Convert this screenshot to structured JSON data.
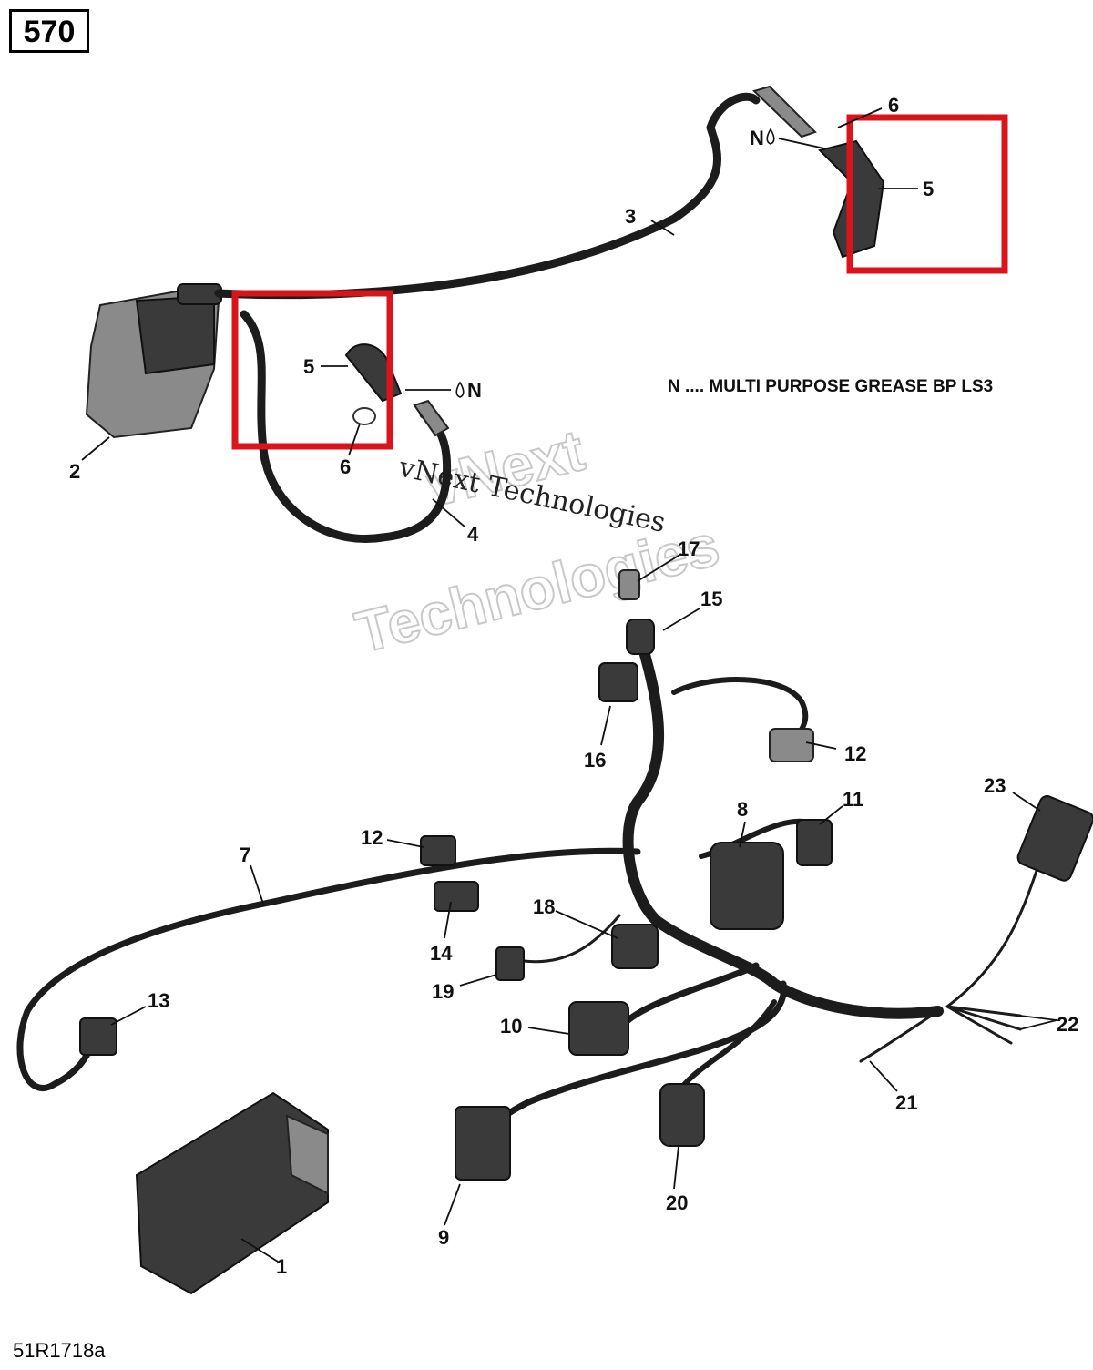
{
  "page_number": "570",
  "footer_code": "51R1718a",
  "note": "N .... MULTI PURPOSE GREASE BP LS3",
  "watermark": {
    "line1": "vNext",
    "line2": "Technologies",
    "overlay": "vNext Technologies"
  },
  "grease_symbol_label": "N",
  "highlight_color": "#d9141b",
  "callouts": [
    "1",
    "2",
    "3",
    "4",
    "5",
    "5",
    "6",
    "6",
    "7",
    "8",
    "9",
    "10",
    "11",
    "12",
    "12",
    "13",
    "14",
    "15",
    "16",
    "17",
    "18",
    "19",
    "20",
    "21",
    "22",
    "23"
  ]
}
